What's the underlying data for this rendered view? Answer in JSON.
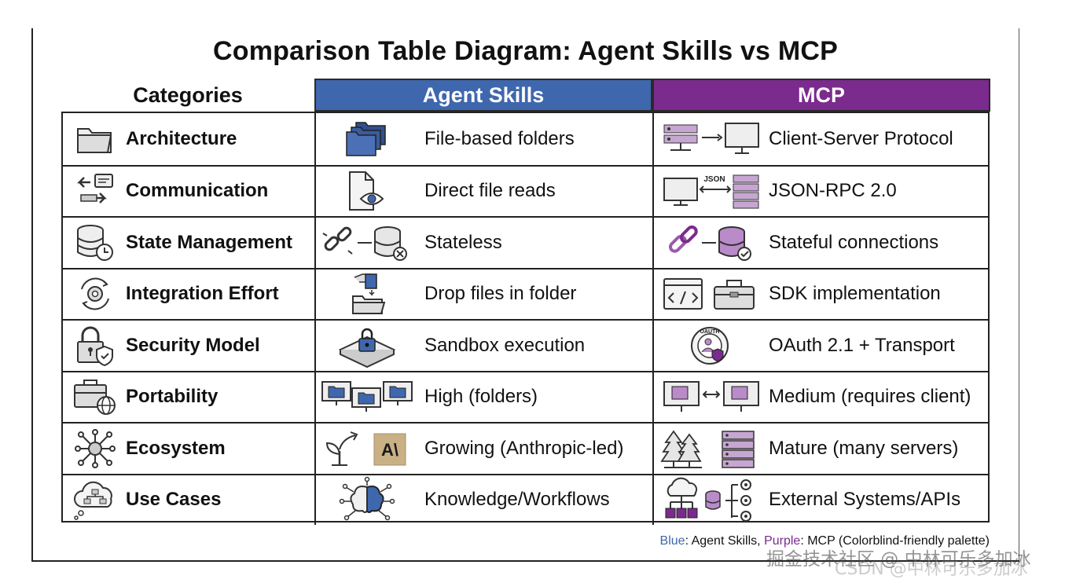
{
  "title": "Comparison Table Diagram: Agent Skills vs MCP",
  "headers": {
    "categories": "Categories",
    "agent_skills": "Agent Skills",
    "mcp": "MCP"
  },
  "colors": {
    "agent_skills_blue": "#3f67ae",
    "mcp_purple": "#7b2a8d"
  },
  "rows": [
    {
      "category": "Architecture",
      "category_icon": "folder-icon",
      "agent_skills": "File-based folders",
      "agent_skills_icon": "stacked-folders-icon",
      "mcp": "Client-Server Protocol",
      "mcp_icon": "server-to-monitor-icon"
    },
    {
      "category": "Communication",
      "category_icon": "exchange-arrows-icon",
      "agent_skills": "Direct file reads",
      "agent_skills_icon": "file-eye-icon",
      "mcp": "JSON-RPC 2.0",
      "mcp_icon": "json-monitor-server-icon"
    },
    {
      "category": "State Management",
      "category_icon": "database-clock-icon",
      "agent_skills": "Stateless",
      "agent_skills_icon": "broken-link-database-icon",
      "mcp": "Stateful connections",
      "mcp_icon": "link-database-check-icon"
    },
    {
      "category": "Integration Effort",
      "category_icon": "gear-cycle-icon",
      "agent_skills": "Drop files in folder",
      "agent_skills_icon": "drop-file-folder-icon",
      "mcp": "SDK implementation",
      "mcp_icon": "code-toolbox-icon"
    },
    {
      "category": "Security Model",
      "category_icon": "lock-shield-icon",
      "agent_skills": "Sandbox execution",
      "agent_skills_icon": "sandbox-lock-icon",
      "mcp": "OAuth 2.1 + Transport",
      "mcp_icon": "oauth-badge-icon"
    },
    {
      "category": "Portability",
      "category_icon": "briefcase-globe-icon",
      "agent_skills": "High (folders)",
      "agent_skills_icon": "three-monitors-folders-icon",
      "mcp": "Medium (requires client)",
      "mcp_icon": "two-monitors-icon"
    },
    {
      "category": "Ecosystem",
      "category_icon": "network-hub-icon",
      "agent_skills": "Growing (Anthropic-led)",
      "agent_skills_icon": "sprout-anthropic-icon",
      "mcp": "Mature (many servers)",
      "mcp_icon": "forest-servers-icon"
    },
    {
      "category": "Use Cases",
      "category_icon": "cloud-flowchart-icon",
      "agent_skills": "Knowledge/Workflows",
      "agent_skills_icon": "brain-network-icon",
      "mcp": "External Systems/APIs",
      "mcp_icon": "cloud-systems-gears-icon"
    }
  ],
  "anthropic_logo_text": "A\\",
  "json_label": "JSON",
  "oauth_label": "OAUTH",
  "legend": {
    "blue_word": "Blue",
    "blue_rest": ": Agent Skills, ",
    "purple_word": "Purple",
    "purple_rest": ": MCP (Colorblind-friendly palette)"
  },
  "watermark": "掘金技术社区 @ 中林可乐多加冰",
  "watermark2": "CSDN @中林可乐多加冰"
}
